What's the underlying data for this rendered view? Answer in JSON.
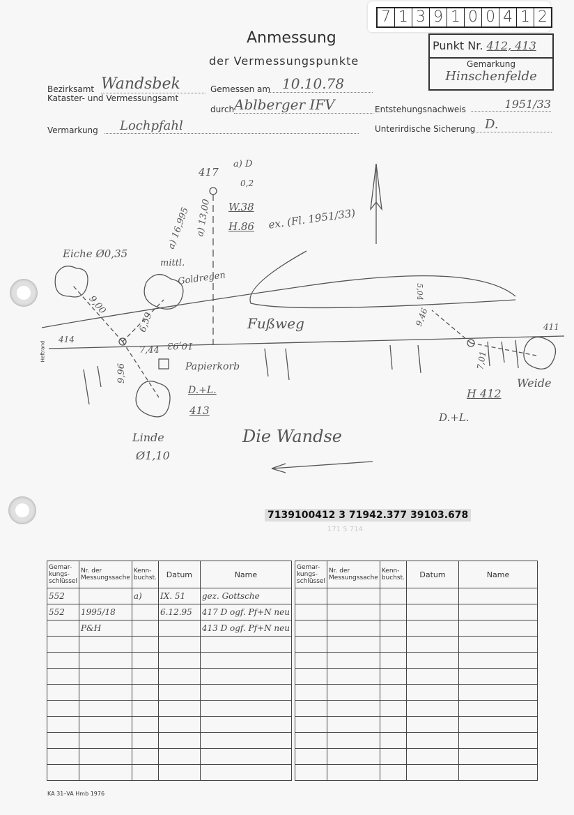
{
  "id_number": [
    "7",
    "1",
    "3",
    "9",
    "1",
    "0",
    "0",
    "4",
    "1",
    "2"
  ],
  "title": "Anmessung",
  "subtitle": "der Vermessungspunkte",
  "punkt": {
    "label": "Punkt Nr.",
    "value": "412, 413"
  },
  "gemarkung": {
    "label": "Gemarkung",
    "value": "Hinschenfelde"
  },
  "fields": {
    "bezirksamt_label": "Bezirksamt",
    "bezirksamt_value": "Wandsbek",
    "amt": "Kataster- und Vermessungsamt",
    "gemessen_label": "Gemessen am",
    "gemessen_value": "10.10.78",
    "durch_label": "durch",
    "durch_value": "Ablberger IFV",
    "entstehung_label": "Entstehungsnachweis",
    "entstehung_value": "1951/33",
    "vermarkung_label": "Vermarkung",
    "vermarkung_value": "Lochpfahl",
    "sicherung_label": "Unterirdische Sicherung",
    "sicherung_value": "D."
  },
  "sketch": {
    "p417": "417",
    "aD": "a) D",
    "d02": "0,2",
    "w38": "W.38",
    "h86": "H.86",
    "ex": "ex. (Fl. 1951/33)",
    "a16995": "a) 16,995",
    "a1300": "a) 13,00",
    "mittl": "mittl.",
    "eiche": "Eiche Ø0,35",
    "goldregen": "Goldregen",
    "fussweg": "Fußweg",
    "p414": "414",
    "heftrand": "Heftrand",
    "d659": "6,59",
    "d900": "9,00",
    "d744": "7,44",
    "d1093": "10,93",
    "papierkorb": "Papierkorb",
    "dl1": "D.+L.",
    "p413": "413",
    "d996": "9,96",
    "linde": "Linde",
    "linde_d": "Ø1,10",
    "wandse": "Die Wandse",
    "p411": "411",
    "weide": "Weide",
    "h412": "H 412",
    "dl2": "D.+L.",
    "d504": "5,04",
    "d946": "9,46",
    "d701": "7,01"
  },
  "coord_stamp": "7139100412 3   71942.377   39103.678",
  "faint_stamp": "171 5 714",
  "table": {
    "headers": [
      "Gemar-kungs-schlüssel",
      "Nr. der Messungssache",
      "Kenn-buchst.",
      "Datum",
      "Name"
    ],
    "rows": [
      [
        "552",
        "",
        "a)",
        "IX. 51",
        "gez. Gottsche"
      ],
      [
        "552",
        "1995/18",
        "",
        "6.12.95",
        "417 D ogf. Pf+N neu"
      ],
      [
        "",
        "P&H",
        "",
        "",
        "413 D ogf. Pf+N neu"
      ]
    ]
  },
  "footer": "KA 31–VA Hmb 1976"
}
